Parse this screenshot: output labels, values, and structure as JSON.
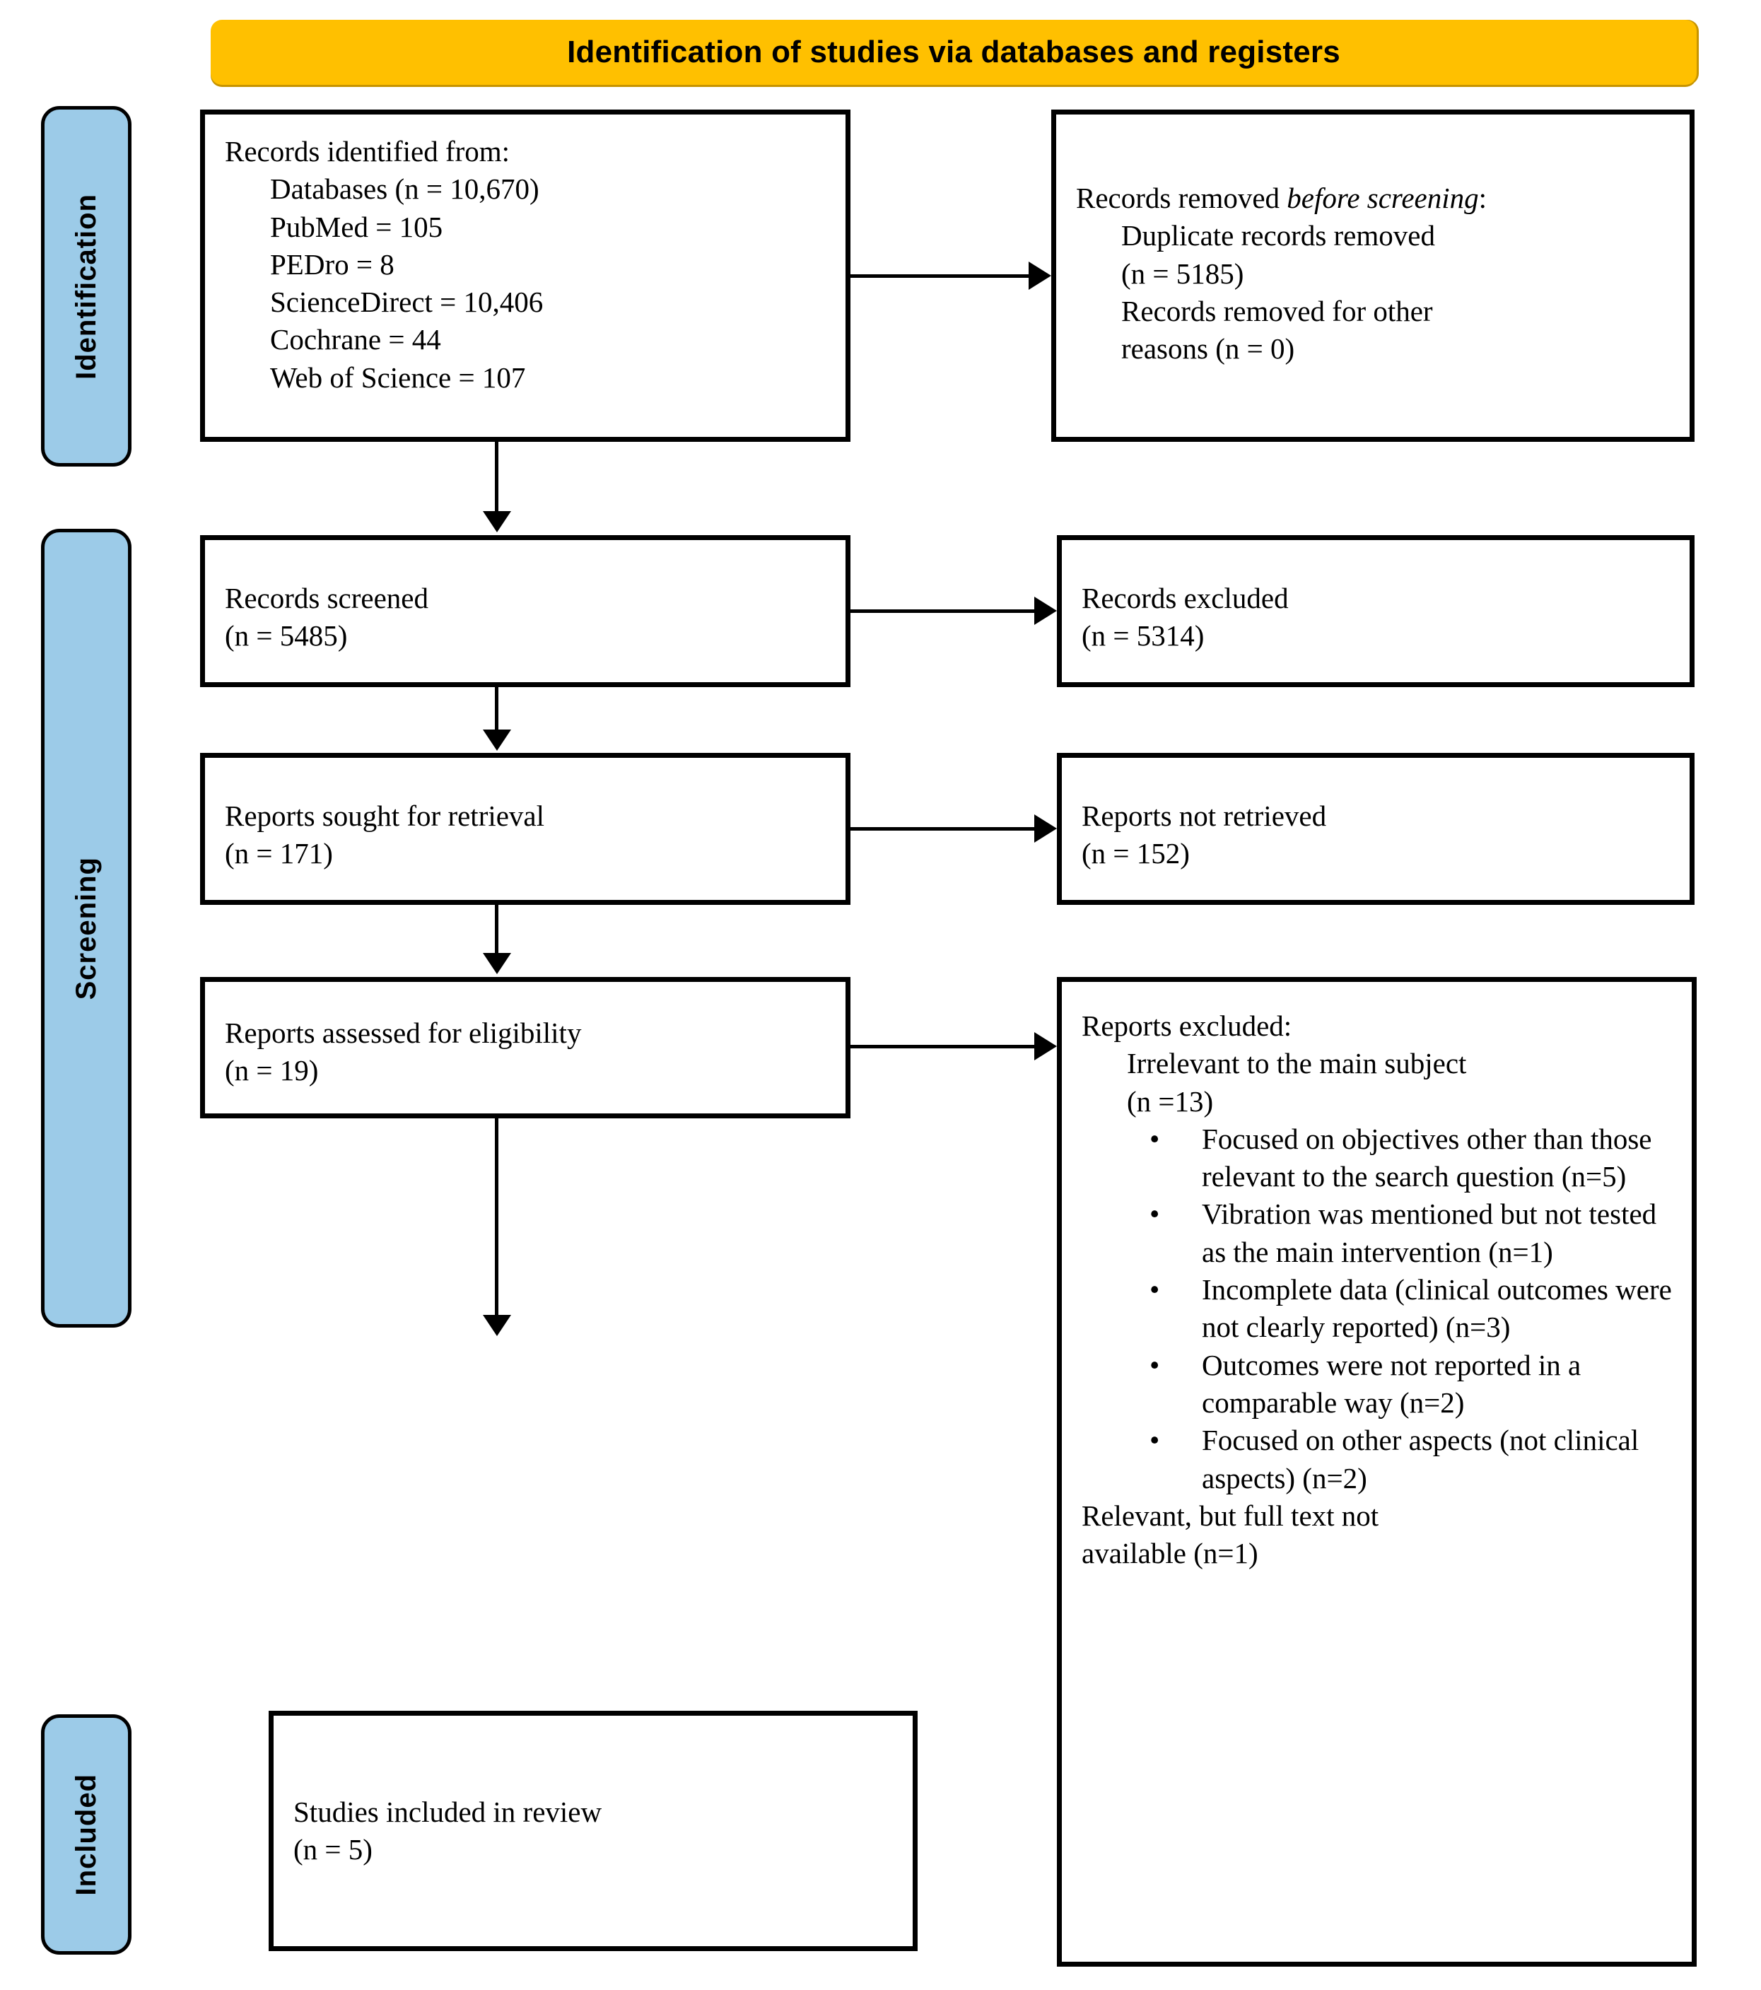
{
  "diagram": {
    "title": "Identification of studies via databases and registers",
    "type": "PRISMA flow diagram"
  },
  "stages": {
    "identification": "Identification",
    "screening": "Screening",
    "included": "Included"
  },
  "boxes": {
    "records_identified": {
      "heading": "Records identified from:",
      "lines": [
        "Databases (n = 10,670)",
        "PubMed = 105",
        "PEDro = 8",
        "ScienceDirect = 10,406",
        "Cochrane = 44",
        "Web of Science = 107"
      ]
    },
    "records_removed": {
      "heading_pre": "Records removed ",
      "heading_italic": "before screening",
      "heading_post": ":",
      "lines": [
        "Duplicate records removed",
        "(n = 5185)",
        "Records removed for other",
        "reasons (n = 0)"
      ]
    },
    "records_screened": {
      "label": "Records screened",
      "count": "(n = 5485)"
    },
    "records_excluded": {
      "label": "Records excluded",
      "count": "(n = 5314)"
    },
    "reports_sought": {
      "label": "Reports sought for retrieval",
      "count": "(n = 171)"
    },
    "reports_not_retrieved": {
      "label": "Reports not retrieved",
      "count": "(n = 152)"
    },
    "reports_assessed": {
      "label": "Reports assessed for eligibility",
      "count": "(n = 19)"
    },
    "reports_excluded": {
      "heading": "Reports excluded:",
      "subheading_line1": "Irrelevant to the main subject",
      "subheading_line2": "(n =13)",
      "bullets": [
        "Focused on objectives other than those relevant to the search question (n=5)",
        "Vibration was mentioned but not tested as the main intervention (n=1)",
        "Incomplete data (clinical outcomes were not clearly reported) (n=3)",
        "Outcomes were not reported in a comparable way (n=2)",
        "Focused on other aspects (not clinical aspects) (n=2)"
      ],
      "footer_line1": "Relevant, but full text not",
      "footer_line2": "available (n=1)"
    },
    "studies_included": {
      "label": "Studies included in review",
      "count": "(n = 5)"
    }
  },
  "colors": {
    "banner": "#FFC000",
    "stage_rail": "#9CCBE8",
    "border": "#000000",
    "background": "#FFFFFF"
  }
}
